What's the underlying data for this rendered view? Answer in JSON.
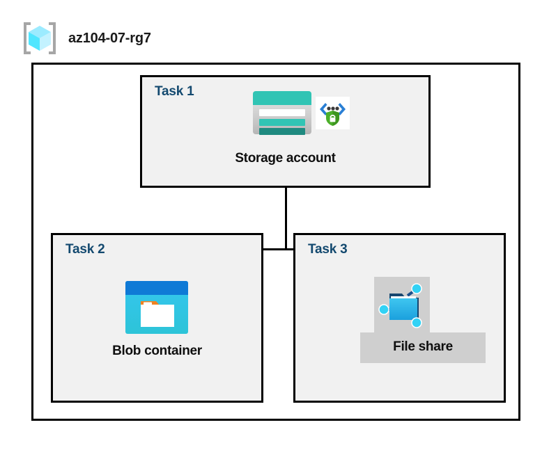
{
  "header": {
    "resource_group_name": "az104-07-rg7",
    "icon": "resource-group-cube-icon"
  },
  "diagram": {
    "type": "azure-architecture-diagram",
    "container_label": "resource-group",
    "tasks": [
      {
        "id": "task-1",
        "label": "Task 1",
        "node_caption": "Storage account",
        "icons": [
          "storage-account-icon",
          "security-shield-icon"
        ]
      },
      {
        "id": "task-2",
        "label": "Task 2",
        "node_caption": "Blob container",
        "icons": [
          "blob-container-icon"
        ]
      },
      {
        "id": "task-3",
        "label": "Task 3",
        "node_caption": "File share",
        "icons": [
          "file-share-icon"
        ],
        "selected": true
      }
    ],
    "connections": [
      {
        "from": "task-1",
        "to": "task-2"
      },
      {
        "from": "task-1",
        "to": "task-3"
      }
    ]
  },
  "colors": {
    "task_label": "#13496f",
    "caption": "#0f0f0f",
    "box_fill": "#f1f1f1",
    "box_border": "#000000",
    "storage_teal": "#31c4b4",
    "storage_teal_dark": "#1f8a80",
    "blob_blue": "#0f7ad6",
    "blob_cyan": "#31c8e8",
    "blob_orange": "#f08322",
    "shield_green": "#4caf2a",
    "bracket_blue": "#2a7fd4",
    "selection_gray": "#cfcfcf",
    "cube_cyan": "#50e6ff"
  }
}
